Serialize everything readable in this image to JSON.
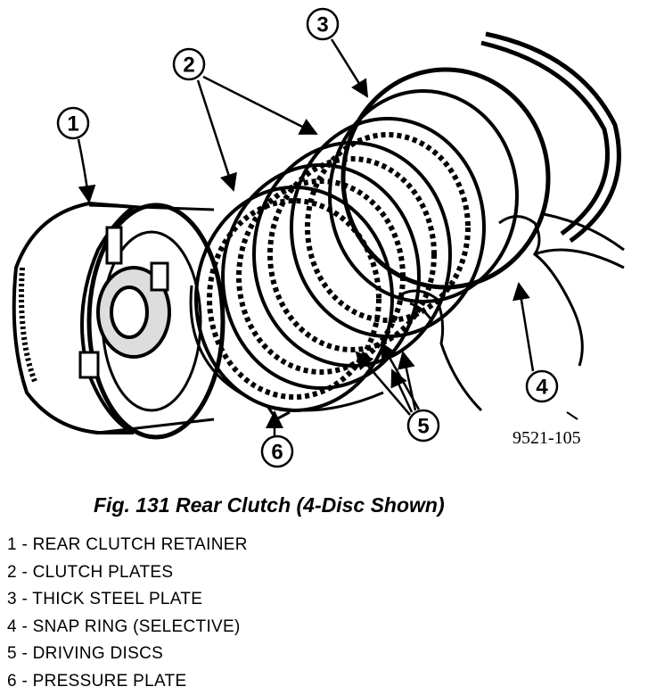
{
  "figure": {
    "callouts": [
      "1",
      "2",
      "3",
      "4",
      "5",
      "6"
    ],
    "code": "9521-105"
  },
  "caption": "Fig. 131 Rear Clutch (4-Disc Shown)",
  "legend": [
    "1 - REAR CLUTCH RETAINER",
    "2 - CLUTCH PLATES",
    "3 - THICK STEEL PLATE",
    "4 - SNAP RING (SELECTIVE)",
    "5 - DRIVING DISCS",
    "6 - PRESSURE PLATE"
  ]
}
